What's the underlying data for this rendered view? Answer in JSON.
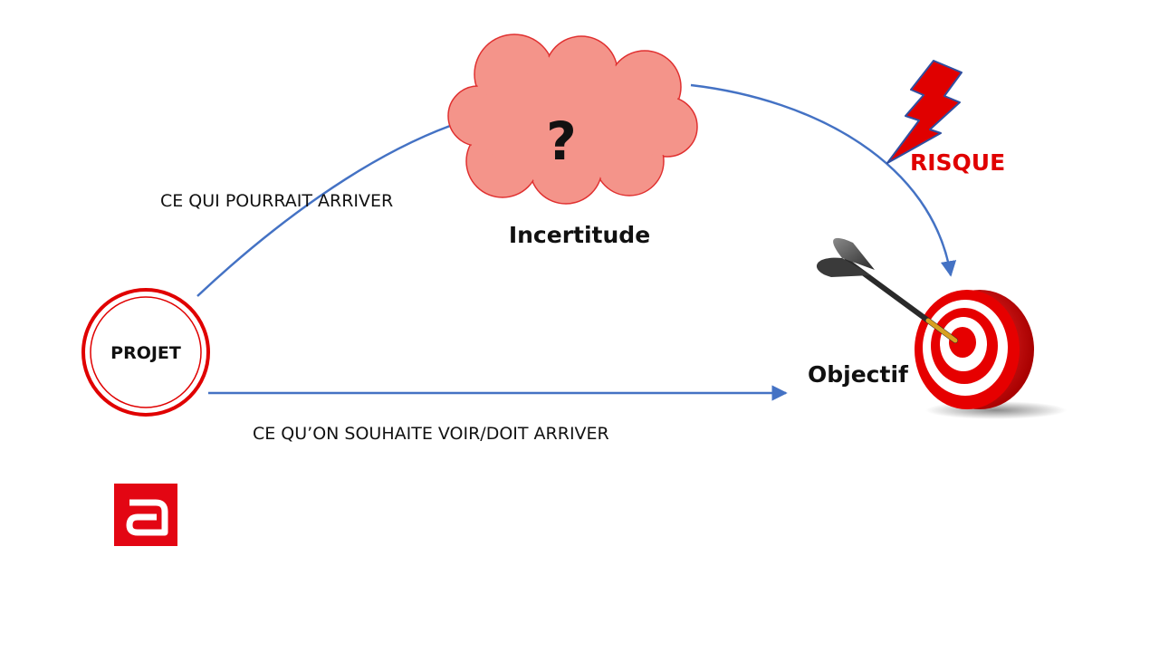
{
  "nodes": {
    "project": {
      "label": "PROJET"
    },
    "uncertainty": {
      "symbol": "?",
      "label": "Incertitude"
    },
    "objective": {
      "label": "Objectif"
    },
    "risk": {
      "label": "RISQUE"
    }
  },
  "edges": {
    "desired_path": {
      "label": "CE QU’ON SOUHAITE VOIR/DOIT ARRIVER"
    },
    "possible_path": {
      "label": "CE QUI POURRAIT ARRIVER"
    }
  },
  "icons": {
    "cloud": "cloud-icon",
    "lightning": "lightning-icon",
    "target": "target-icon",
    "dart": "dart-icon",
    "logo": "logo-icon"
  },
  "colors": {
    "arrow": "#4472c4",
    "project_ring": "#e00000",
    "cloud_fill": "#f4948a",
    "cloud_stroke": "#e03030",
    "risk": "#e00000",
    "target_red": "#e60000",
    "logo": "#e30613"
  }
}
